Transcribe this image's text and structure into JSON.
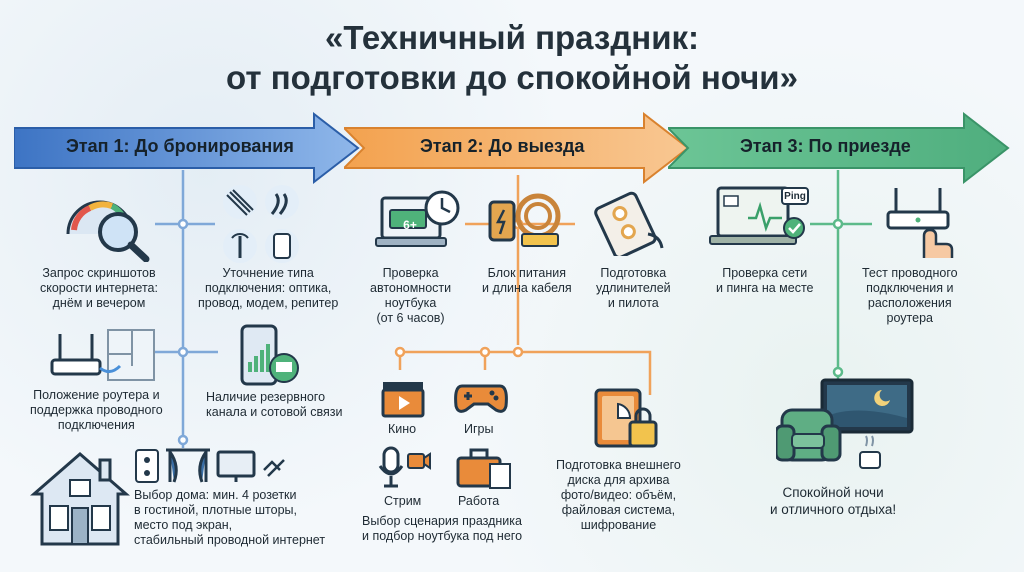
{
  "title_line1": "«Техничный праздник:",
  "title_line2": "от подготовки до спокойной ночи»",
  "stages": [
    {
      "label": "Этап 1: До бронирования",
      "color": "#5b8fd6"
    },
    {
      "label": "Этап 2: До выезда",
      "color": "#f0a25a"
    },
    {
      "label": "Этап 3: По приезде",
      "color": "#5cba8a"
    }
  ],
  "stage1": {
    "screenshots": "Запрос скриншотов\nскорости интернета:\nднём и вечером",
    "connection": "Уточнение типа\nподключения: оптика,\nпровод, модем, репитер",
    "router": "Положение роутера и\nподдержка проводного\nподключения",
    "backup": "Наличие резервного\nканала и сотовой связи",
    "house": "Выбор дома: мин. 4 розетки\nв гостиной, плотные шторы,\nместо под экран,\nстабильный проводной интернет"
  },
  "stage2": {
    "battery_badge": "6+",
    "laptop": "Проверка\nавтономности\nноутбука\n(от 6 часов)",
    "power": "Блок питания\nи длина кабеля",
    "extension": "Подготовка\nудлинителей\nи пилота",
    "kino": "Кино",
    "games": "Игры",
    "stream": "Стрим",
    "work": "Работа",
    "scenario": "Выбор сценария праздника\nи подбор ноутбука под него",
    "disk": "Подготовка внешнего\nдиска для архива\nфото/видео: объём,\nфайловая система,\nшифрование"
  },
  "stage3": {
    "ping_badge": "Ping",
    "network": "Проверка сети\nи пинга на месте",
    "wired": "Тест проводного\nподключения и\nрасположения\nроутера",
    "rest": "Спокойной ночи\nи отличного отдыха!"
  }
}
